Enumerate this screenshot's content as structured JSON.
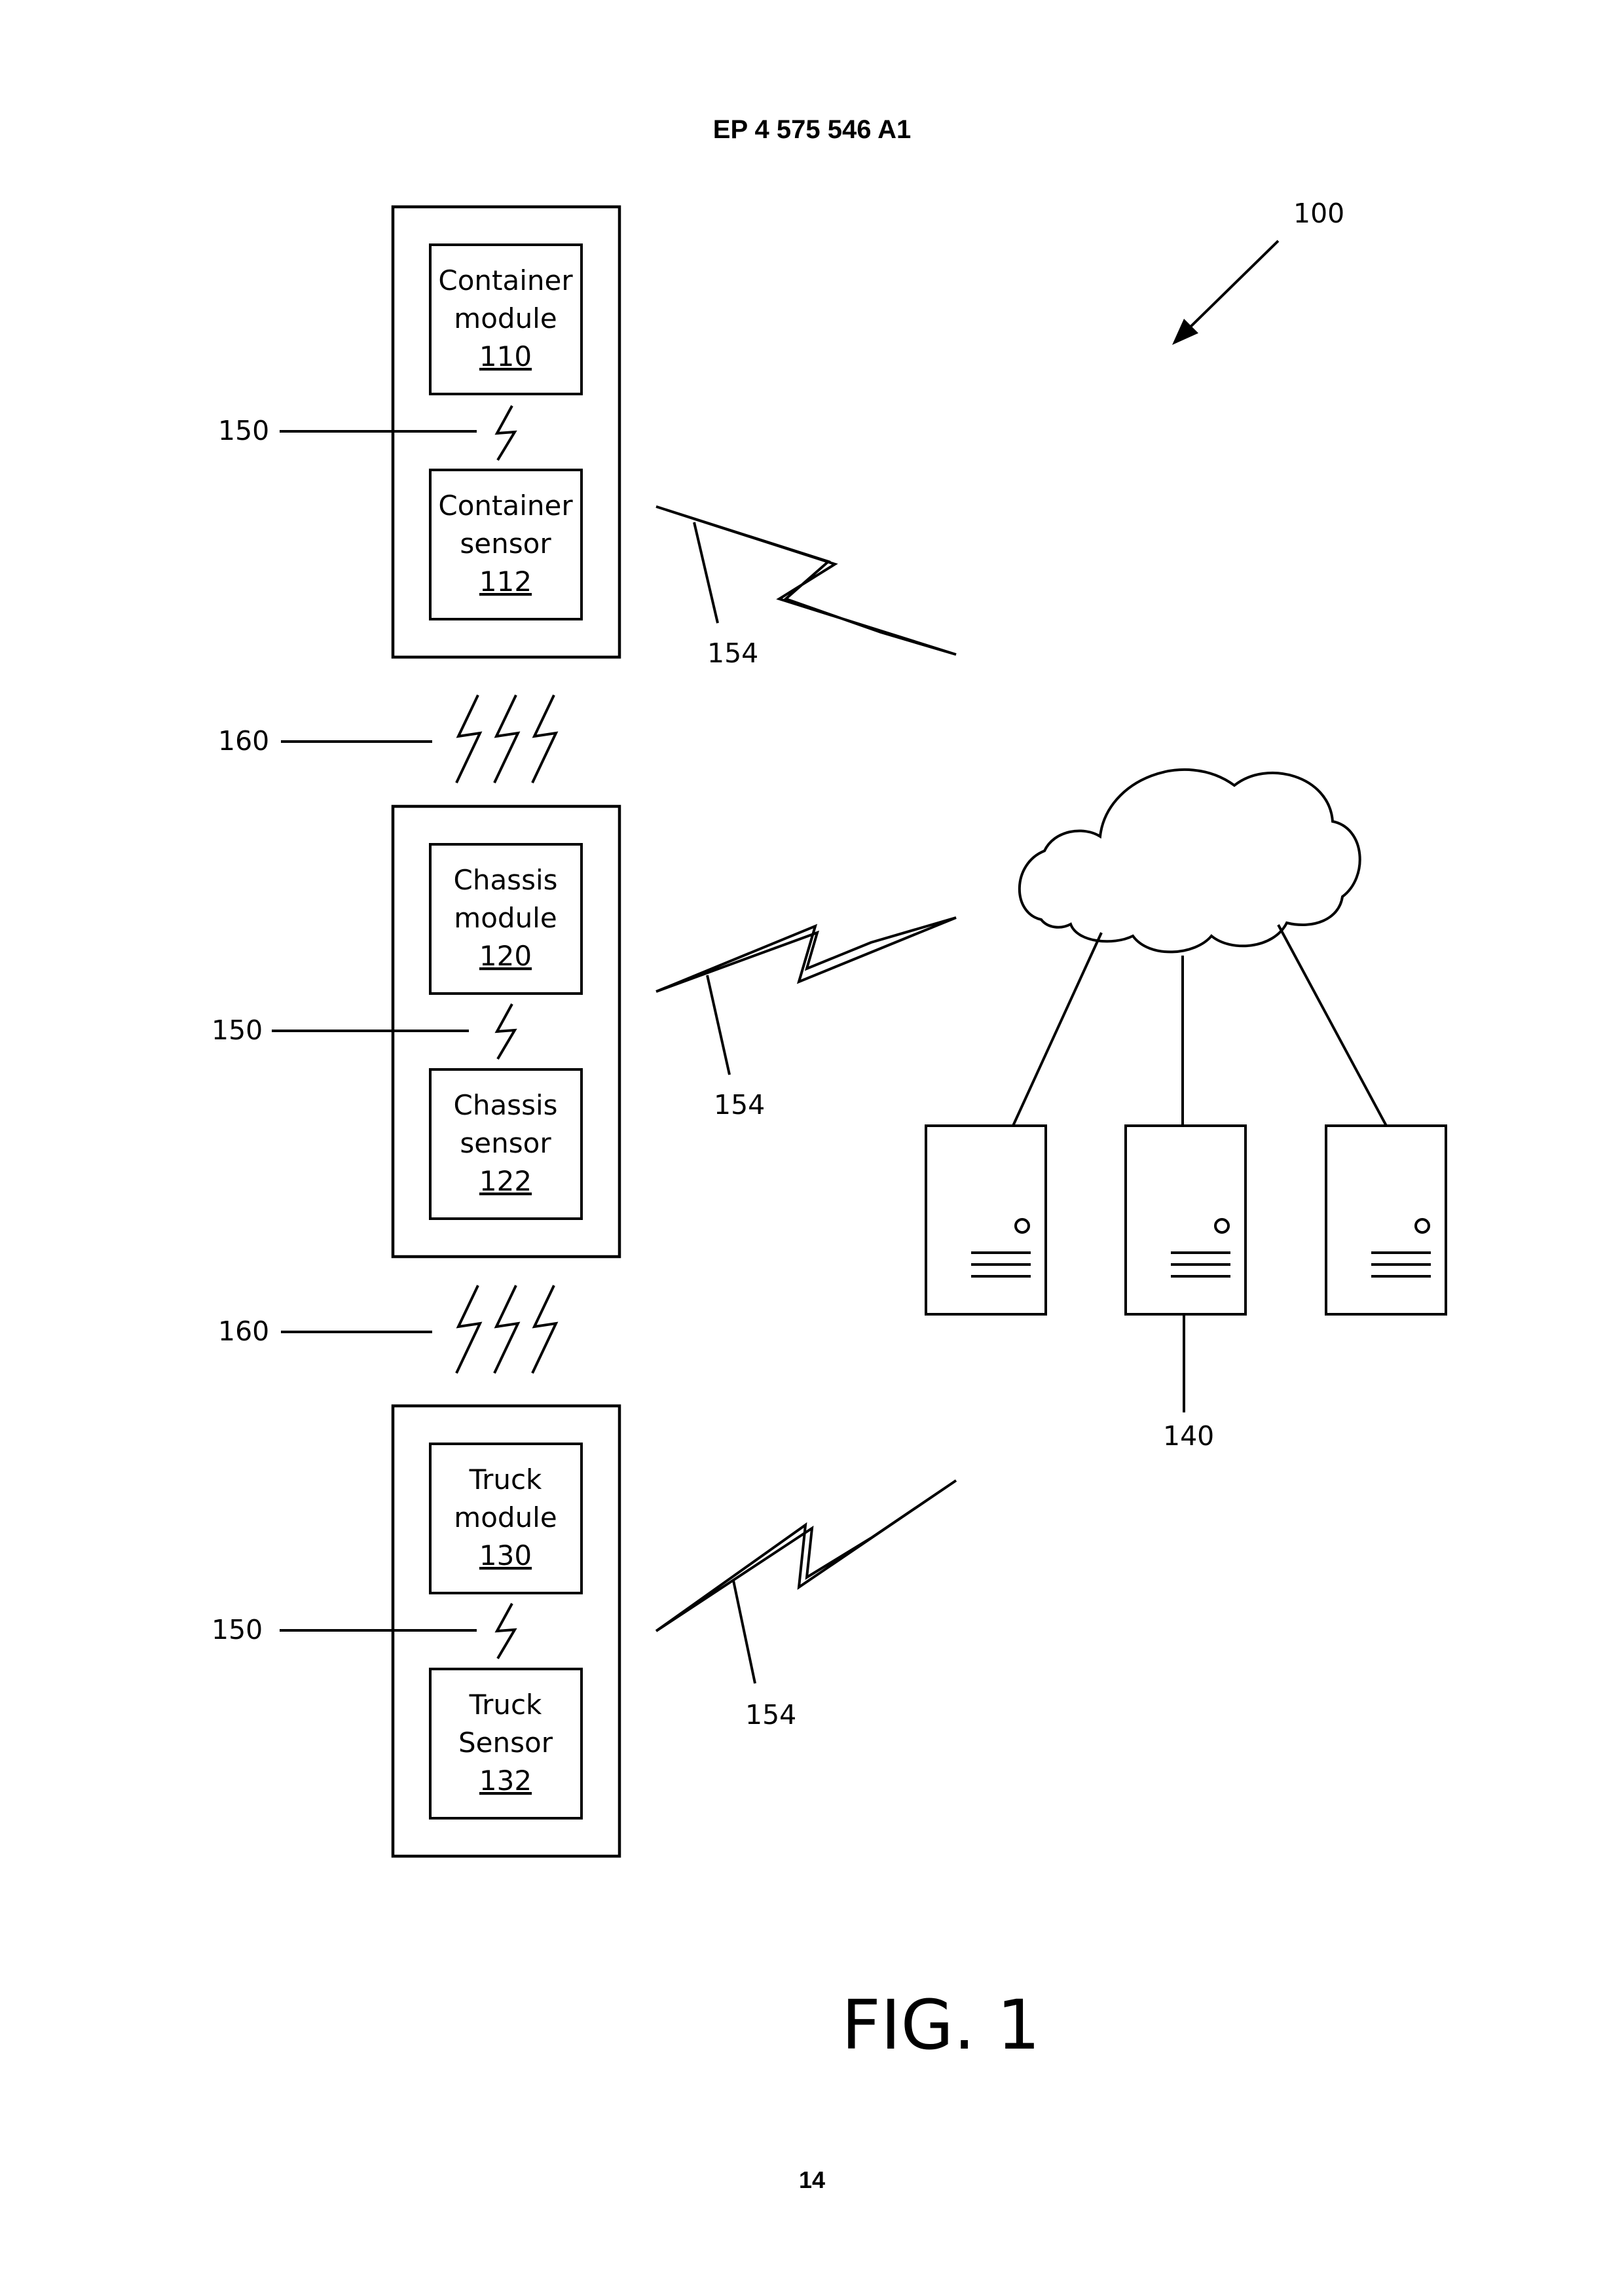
{
  "header": {
    "publication": "EP 4 575 546 A1"
  },
  "page_number": "14",
  "figure_label": "FIG. 1",
  "system_ref": "100",
  "units": [
    {
      "module": {
        "line1": "Container",
        "line2": "module",
        "ref": "110"
      },
      "sensor": {
        "line1": "Container",
        "line2": "sensor",
        "ref": "112"
      },
      "internal_link_ref": "150",
      "wireless_ref": "154"
    },
    {
      "module": {
        "line1": "Chassis",
        "line2": "module",
        "ref": "120"
      },
      "sensor": {
        "line1": "Chassis",
        "line2": "sensor",
        "ref": "122"
      },
      "internal_link_ref": "150",
      "wireless_ref": "154"
    },
    {
      "module": {
        "line1": "Truck",
        "line2": "module",
        "ref": "130"
      },
      "sensor": {
        "line1": "Truck",
        "line2": "Sensor",
        "ref": "132"
      },
      "internal_link_ref": "150",
      "wireless_ref": "154"
    }
  ],
  "inter_unit_links": [
    "160",
    "160"
  ],
  "server_ref": "140",
  "colors": {
    "ink": "#000000",
    "paper": "#ffffff"
  }
}
